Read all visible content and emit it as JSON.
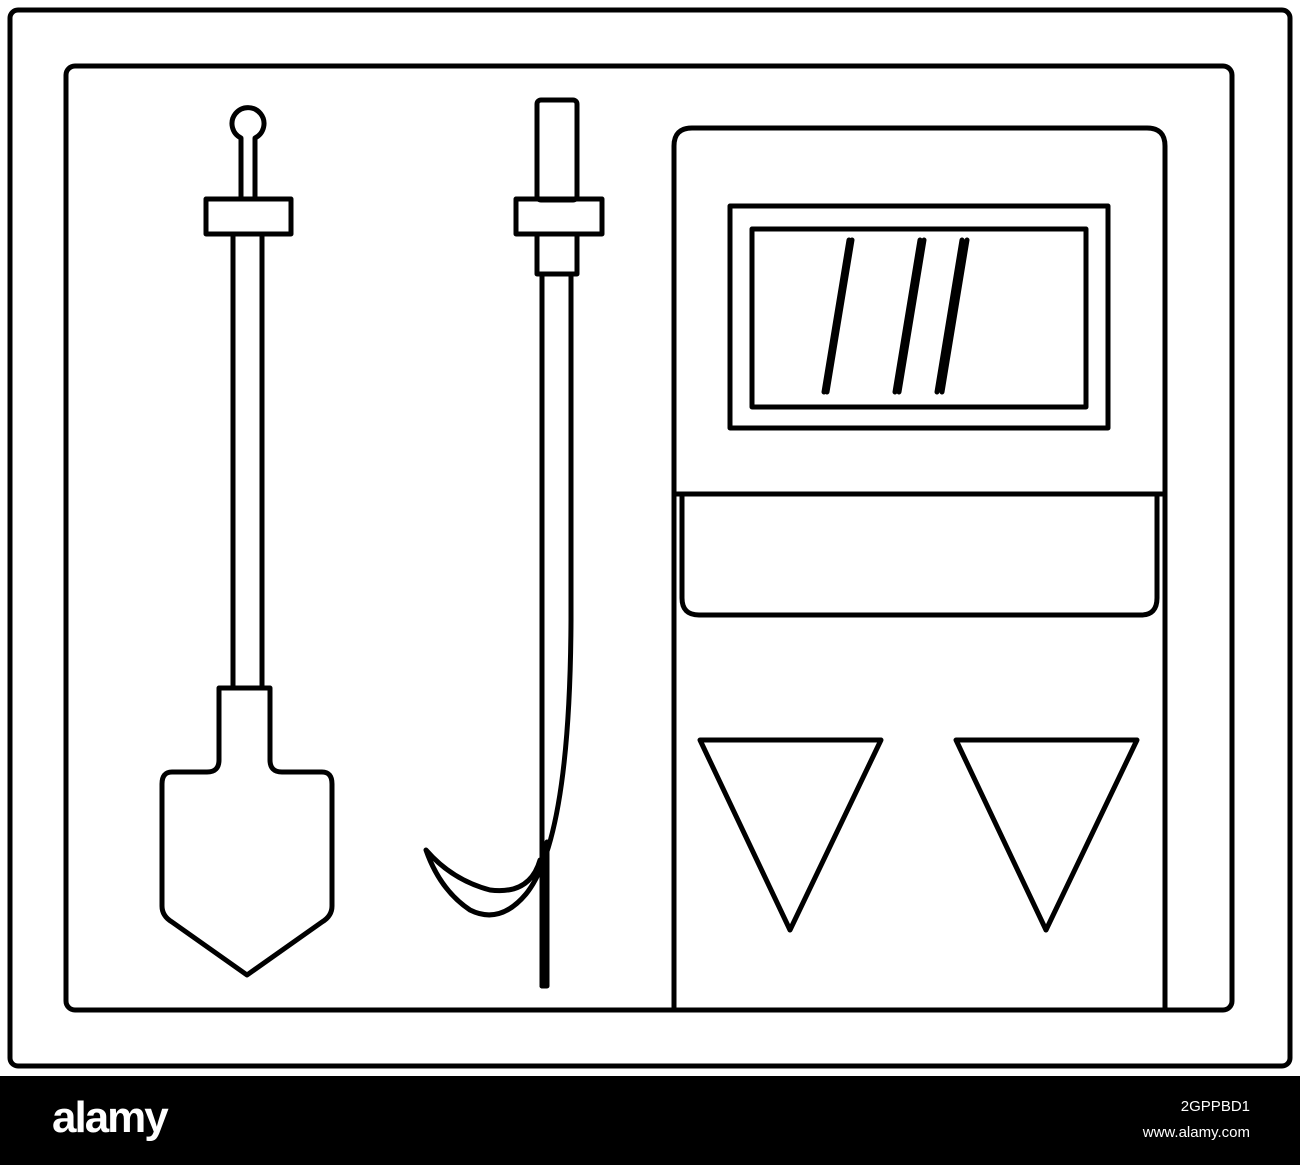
{
  "illustration": {
    "objects": [
      "cabinet-frame",
      "shovel-icon",
      "fire-hook-icon",
      "equipment-panel",
      "down-triangle-icon",
      "down-triangle-icon"
    ],
    "stroke_color": "#000000",
    "background_color": "#ffffff"
  },
  "footer": {
    "logo": "alamy",
    "image_id": "2GPPBD1",
    "url": "www.alamy.com",
    "background_color": "#000000",
    "text_color": "#ffffff"
  }
}
